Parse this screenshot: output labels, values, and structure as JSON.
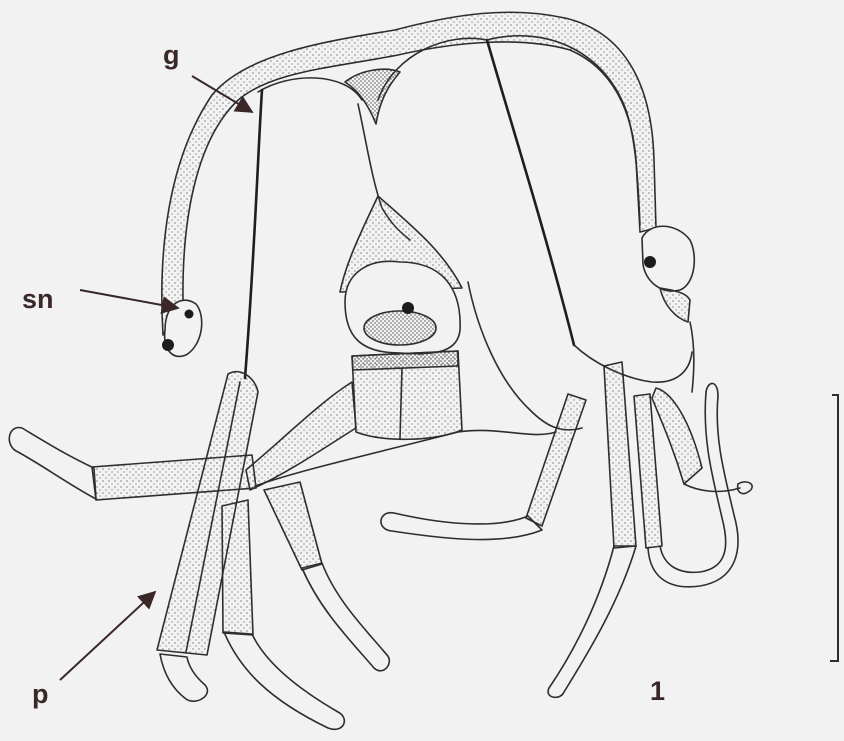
{
  "labels": {
    "g": "g",
    "sn": "sn",
    "p": "p"
  },
  "figure_number": "1",
  "colors": {
    "background": "#f2f2f2",
    "line": "#2e2e2e",
    "stipple": "#555555",
    "label": "#3a2828"
  }
}
